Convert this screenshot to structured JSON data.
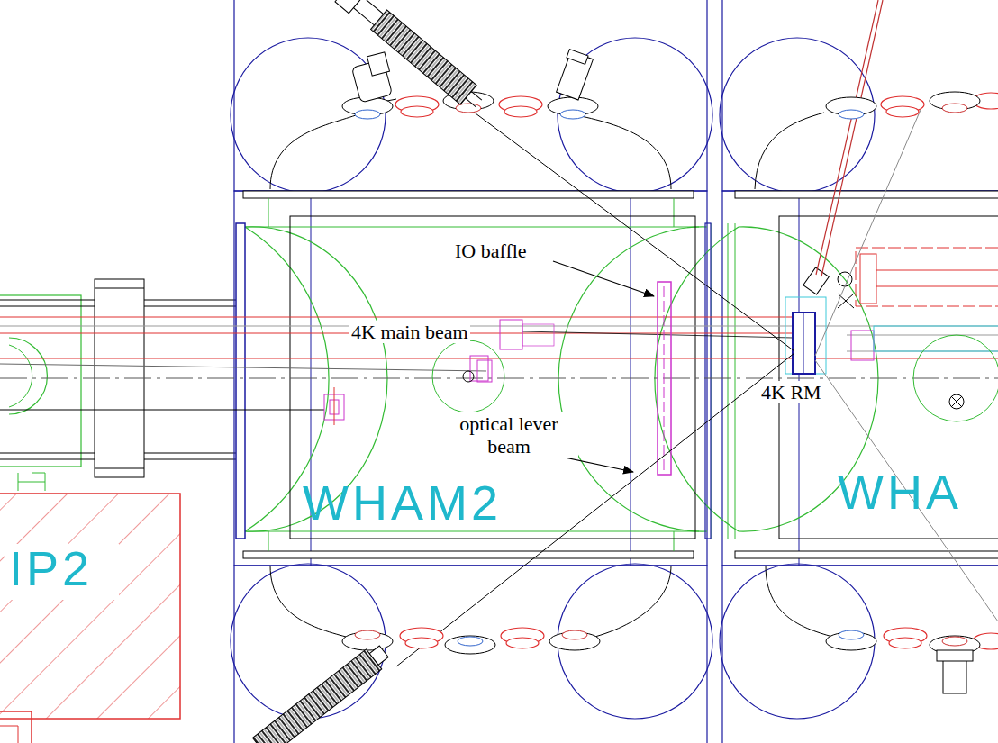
{
  "diagram": {
    "labels": [
      "IO baffle",
      "4K main beam",
      "optical lever beam",
      "4K RM",
      "WHAM2",
      "WHA",
      "IP2"
    ]
  }
}
